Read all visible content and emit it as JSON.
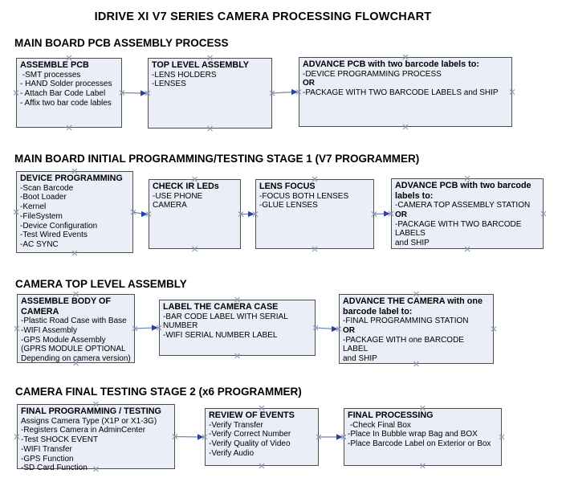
{
  "title": "IDRIVE XI V7 SERIES CAMERA PROCESSING FLOWCHART",
  "sections": [
    {
      "heading": "MAIN BOARD PCB ASSEMBLY PROCESS",
      "boxes": [
        {
          "key": "assemble-pcb",
          "title": "ASSEMBLE PCB",
          "lines": [
            " -SMT processes",
            "- HAND Solder processes",
            "- Attach Bar Code Label",
            "- Affix two bar code lables"
          ]
        },
        {
          "key": "top-level-assembly",
          "title": "TOP LEVEL ASSEMBLY",
          "lines": [
            "-LENS HOLDERS",
            "-LENSES"
          ]
        },
        {
          "key": "advance-pcb-two-labels",
          "title": "ADVANCE PCB with two barcode labels to:",
          "lines": [
            "-DEVICE PROGRAMMING PROCESS",
            "OR",
            "-PACKAGE WITH TWO BARCODE LABELS and SHIP"
          ]
        }
      ]
    },
    {
      "heading": "MAIN BOARD INITIAL PROGRAMMING/TESTING STAGE 1 (V7 PROGRAMMER)",
      "boxes": [
        {
          "key": "device-programming",
          "title": "DEVICE PROGRAMMING",
          "lines": [
            "-Scan Barcode",
            "-Boot Loader",
            "-Kernel",
            "-FileSystem",
            "-Device Configuration",
            "-Test Wired Events",
            "-AC SYNC"
          ]
        },
        {
          "key": "check-ir-leds",
          "title": "CHECK IR LEDs",
          "lines": [
            "-USE PHONE CAMERA"
          ]
        },
        {
          "key": "lens-focus",
          "title": "LENS FOCUS",
          "lines": [
            "-FOCUS BOTH LENSES",
            "-GLUE LENSES"
          ]
        },
        {
          "key": "advance-pcb-stage1",
          "title": "ADVANCE PCB with two barcode labels to:",
          "lines": [
            "-CAMERA TOP ASSEMBLY STATION",
            "OR",
            "-PACKAGE WITH TWO BARCODE LABELS",
            "and SHIP"
          ]
        }
      ]
    },
    {
      "heading": "CAMERA TOP LEVEL ASSEMBLY",
      "boxes": [
        {
          "key": "assemble-body-of-camera",
          "title": "ASSEMBLE BODY OF CAMERA",
          "lines": [
            "-Plastic Road Case with Base",
            "-WIFI Assembly",
            "-GPS Module Assembly",
            "(GPRS MODULE OPTIONAL",
            "Depending on camera version)"
          ]
        },
        {
          "key": "label-the-camera-case",
          "title": "LABEL THE CAMERA CASE",
          "lines": [
            "-BAR CODE LABEL WITH SERIAL NUMBER",
            "-WIFI SERIAL NUMBER LABEL"
          ]
        },
        {
          "key": "advance-the-camera",
          "title": "ADVANCE THE CAMERA with one barcode label to:",
          "lines": [
            "-FINAL PROGRAMMING STATION",
            "OR",
            "-PACKAGE WITH one BARCODE LABEL",
            "and SHIP"
          ]
        }
      ]
    },
    {
      "heading": "CAMERA FINAL TESTING STAGE 2 (x6 PROGRAMMER)",
      "boxes": [
        {
          "key": "final-programming-testing",
          "title": "FINAL PROGRAMMING / TESTING",
          "lines": [
            "Assigns Camera Type (X1P or X1-3G)",
            "-Registers Camera in AdminCenter",
            "-Test SHOCK EVENT",
            "-WIFI Transfer",
            "-GPS Function",
            "-SD Card Function"
          ]
        },
        {
          "key": "review-of-events",
          "title": "REVIEW OF EVENTS",
          "lines": [
            "-Verify Transfer",
            "-Verify Correct Number",
            "-Verify Quality of Video",
            "-Verify Audio"
          ]
        },
        {
          "key": "final-processing",
          "title": "FINAL PROCESSING",
          "lines": [
            " -Check Final Box",
            "-Place In Bubble wrap Bag and BOX",
            "-Place Barcode Label on Exterior or Box"
          ]
        }
      ]
    }
  ],
  "connections": [
    {
      "from": "assemble-pcb",
      "to": "top-level-assembly"
    },
    {
      "from": "top-level-assembly",
      "to": "advance-pcb-two-labels"
    },
    {
      "from": "device-programming",
      "to": "check-ir-leds"
    },
    {
      "from": "check-ir-leds",
      "to": "lens-focus"
    },
    {
      "from": "lens-focus",
      "to": "advance-pcb-stage1"
    },
    {
      "from": "assemble-body-of-camera",
      "to": "label-the-camera-case"
    },
    {
      "from": "label-the-camera-case",
      "to": "advance-the-camera"
    },
    {
      "from": "final-programming-testing",
      "to": "review-of-events"
    },
    {
      "from": "review-of-events",
      "to": "final-processing"
    }
  ],
  "colors": {
    "background": "#ffffff",
    "text": "#000000",
    "box_fill": "#e9eef7",
    "box_border": "#4f4f4f",
    "connector_line": "#7585b5",
    "connector_arrow": "#26469e",
    "marker": "#8b90aa"
  }
}
